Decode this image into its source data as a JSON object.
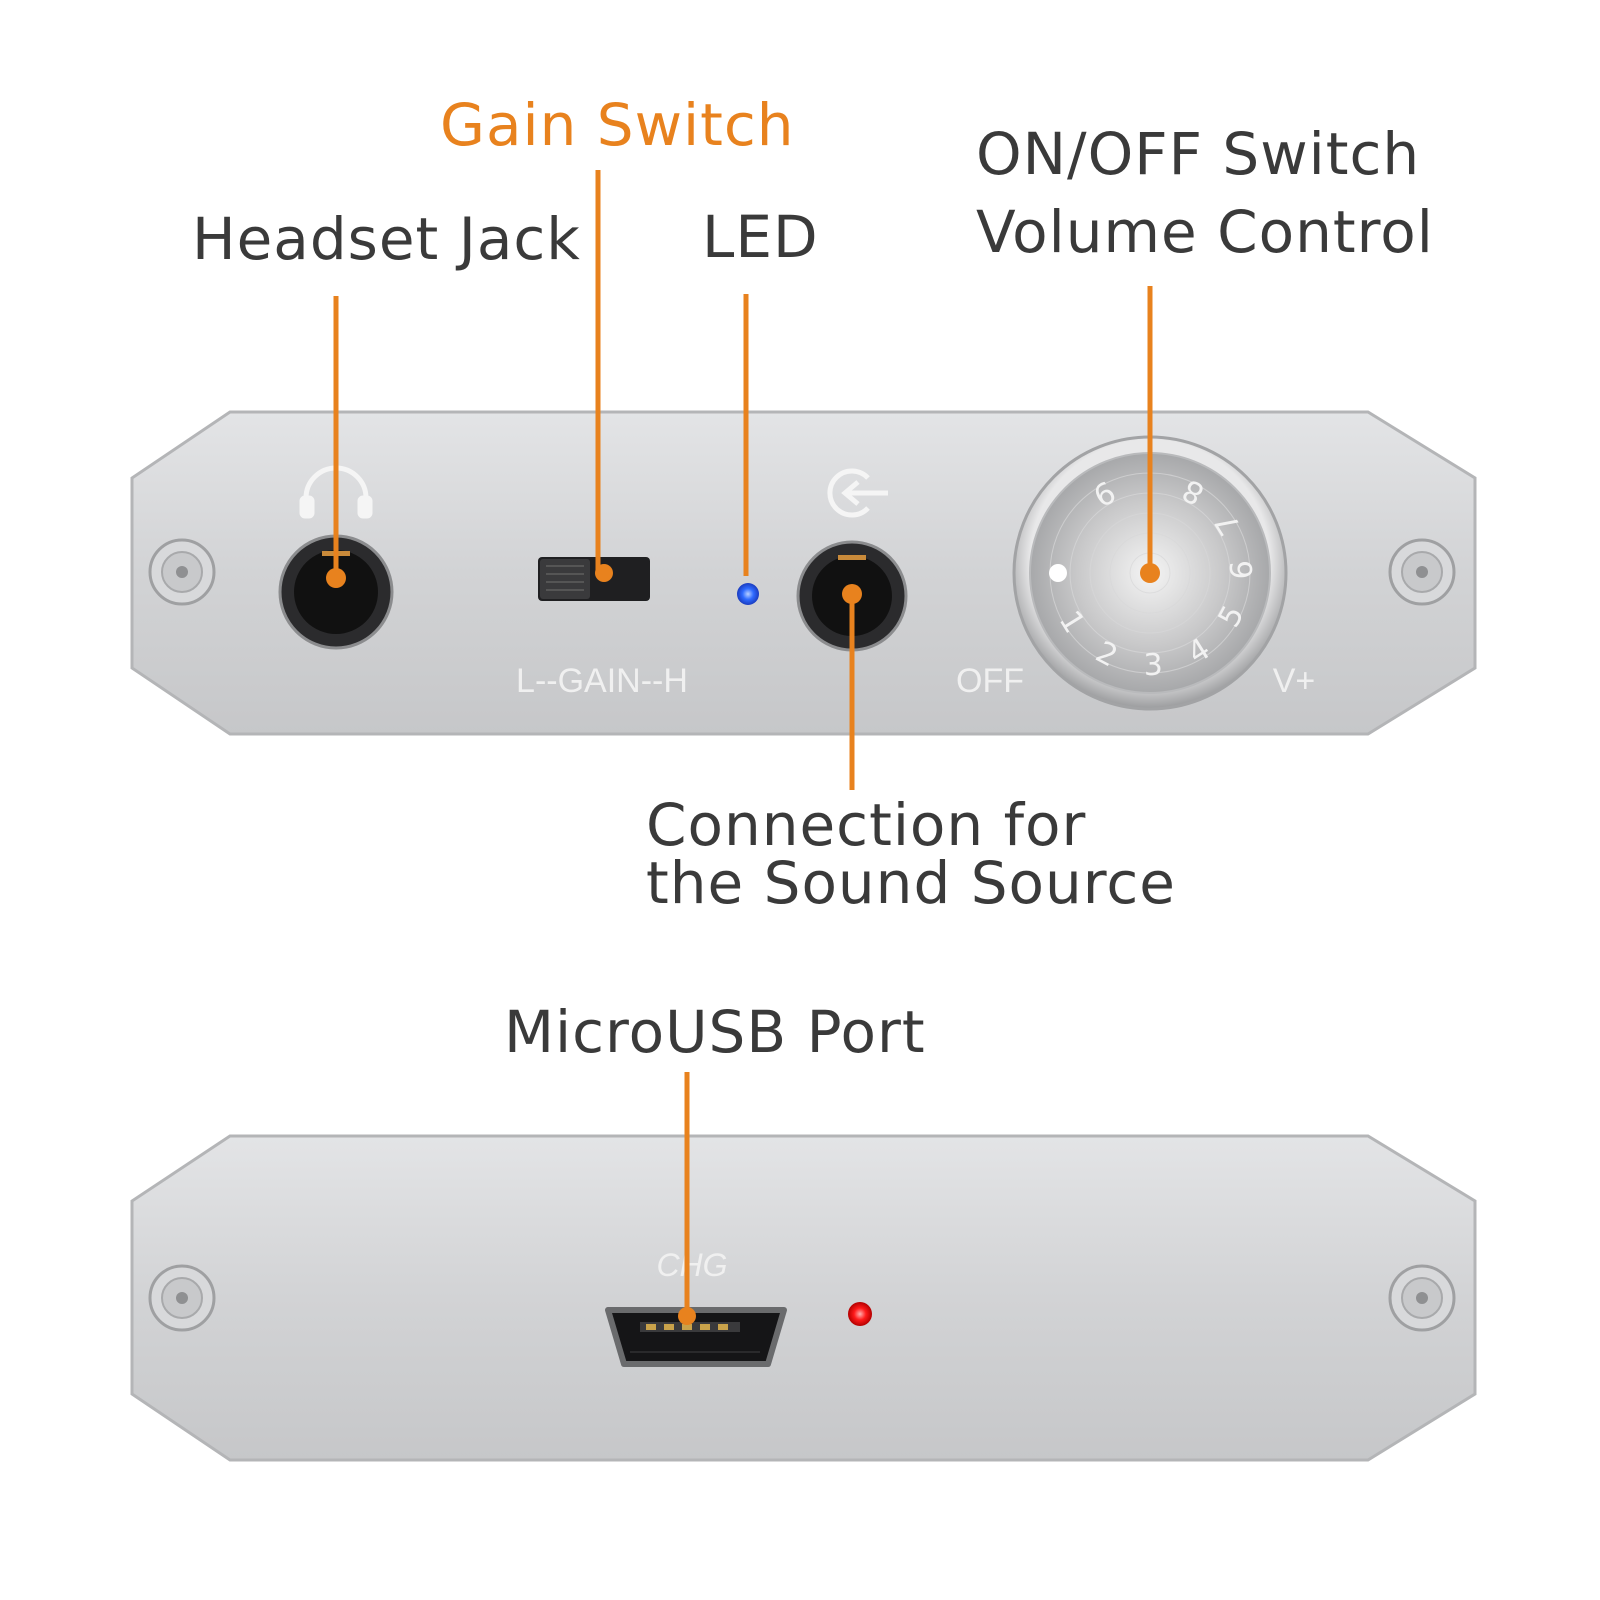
{
  "labels": {
    "headset_jack": "Headset Jack",
    "gain_switch": "Gain Switch",
    "led": "LED",
    "onoff_line1": "ON/OFF Switch",
    "onoff_line2": "Volume Control",
    "connection_line1": "Connection for",
    "connection_line2": "the Sound Source",
    "microusb_port": "MicroUSB Port"
  },
  "panel_markings": {
    "gain": "L--GAIN--H",
    "off": "OFF",
    "volume_plus": "V+",
    "charge": "CHG",
    "dial_numbers": [
      "1",
      "2",
      "3",
      "4",
      "5",
      "6",
      "7",
      "8",
      "9"
    ]
  },
  "icons": {
    "headphone": "headphone-icon",
    "input": "input-icon"
  },
  "colors": {
    "accent": "#e8821e",
    "text": "#3a3a3a",
    "panel": "#cfd0d2",
    "led_blue": "#2f6bff",
    "led_red": "#ff1a1a"
  }
}
